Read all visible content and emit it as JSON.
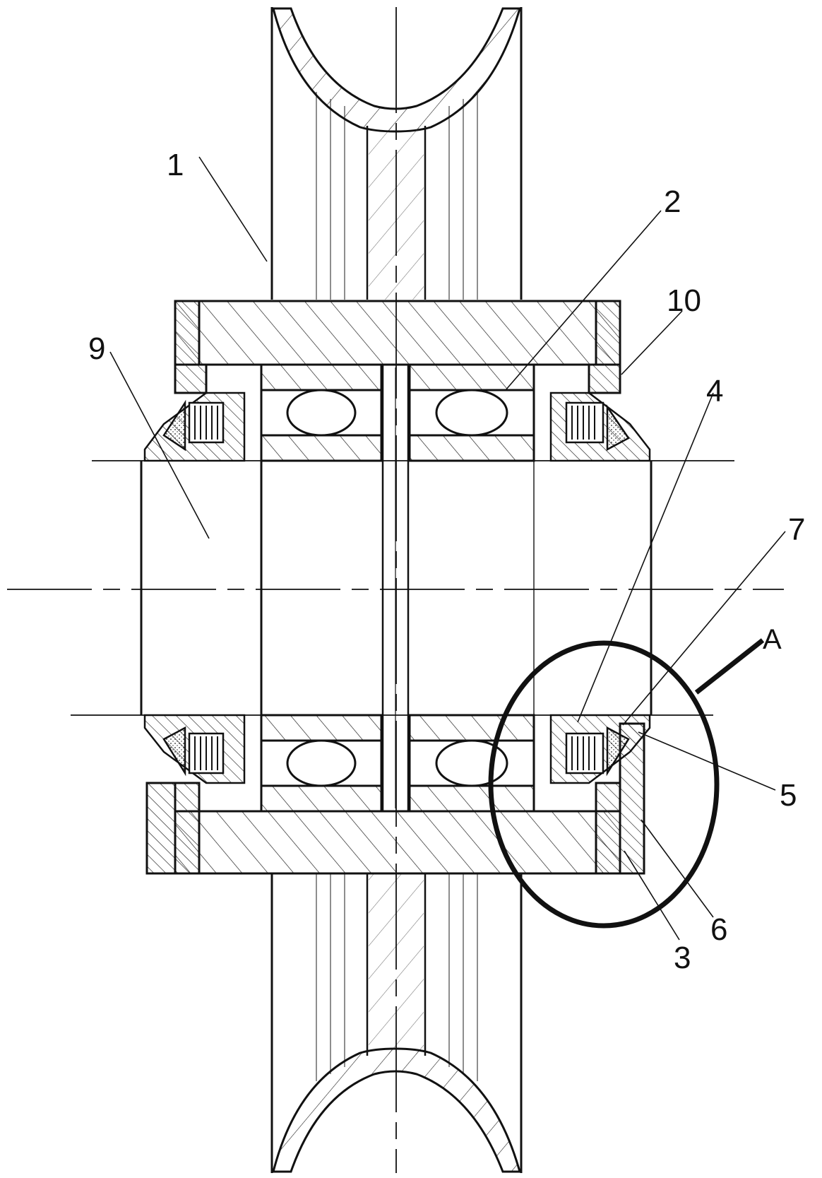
{
  "labels": {
    "l1": "1",
    "l2": "2",
    "l3": "3",
    "l4": "4",
    "l5": "5",
    "l6": "6",
    "l7": "7",
    "l9": "9",
    "l10": "10",
    "lA": "A"
  }
}
